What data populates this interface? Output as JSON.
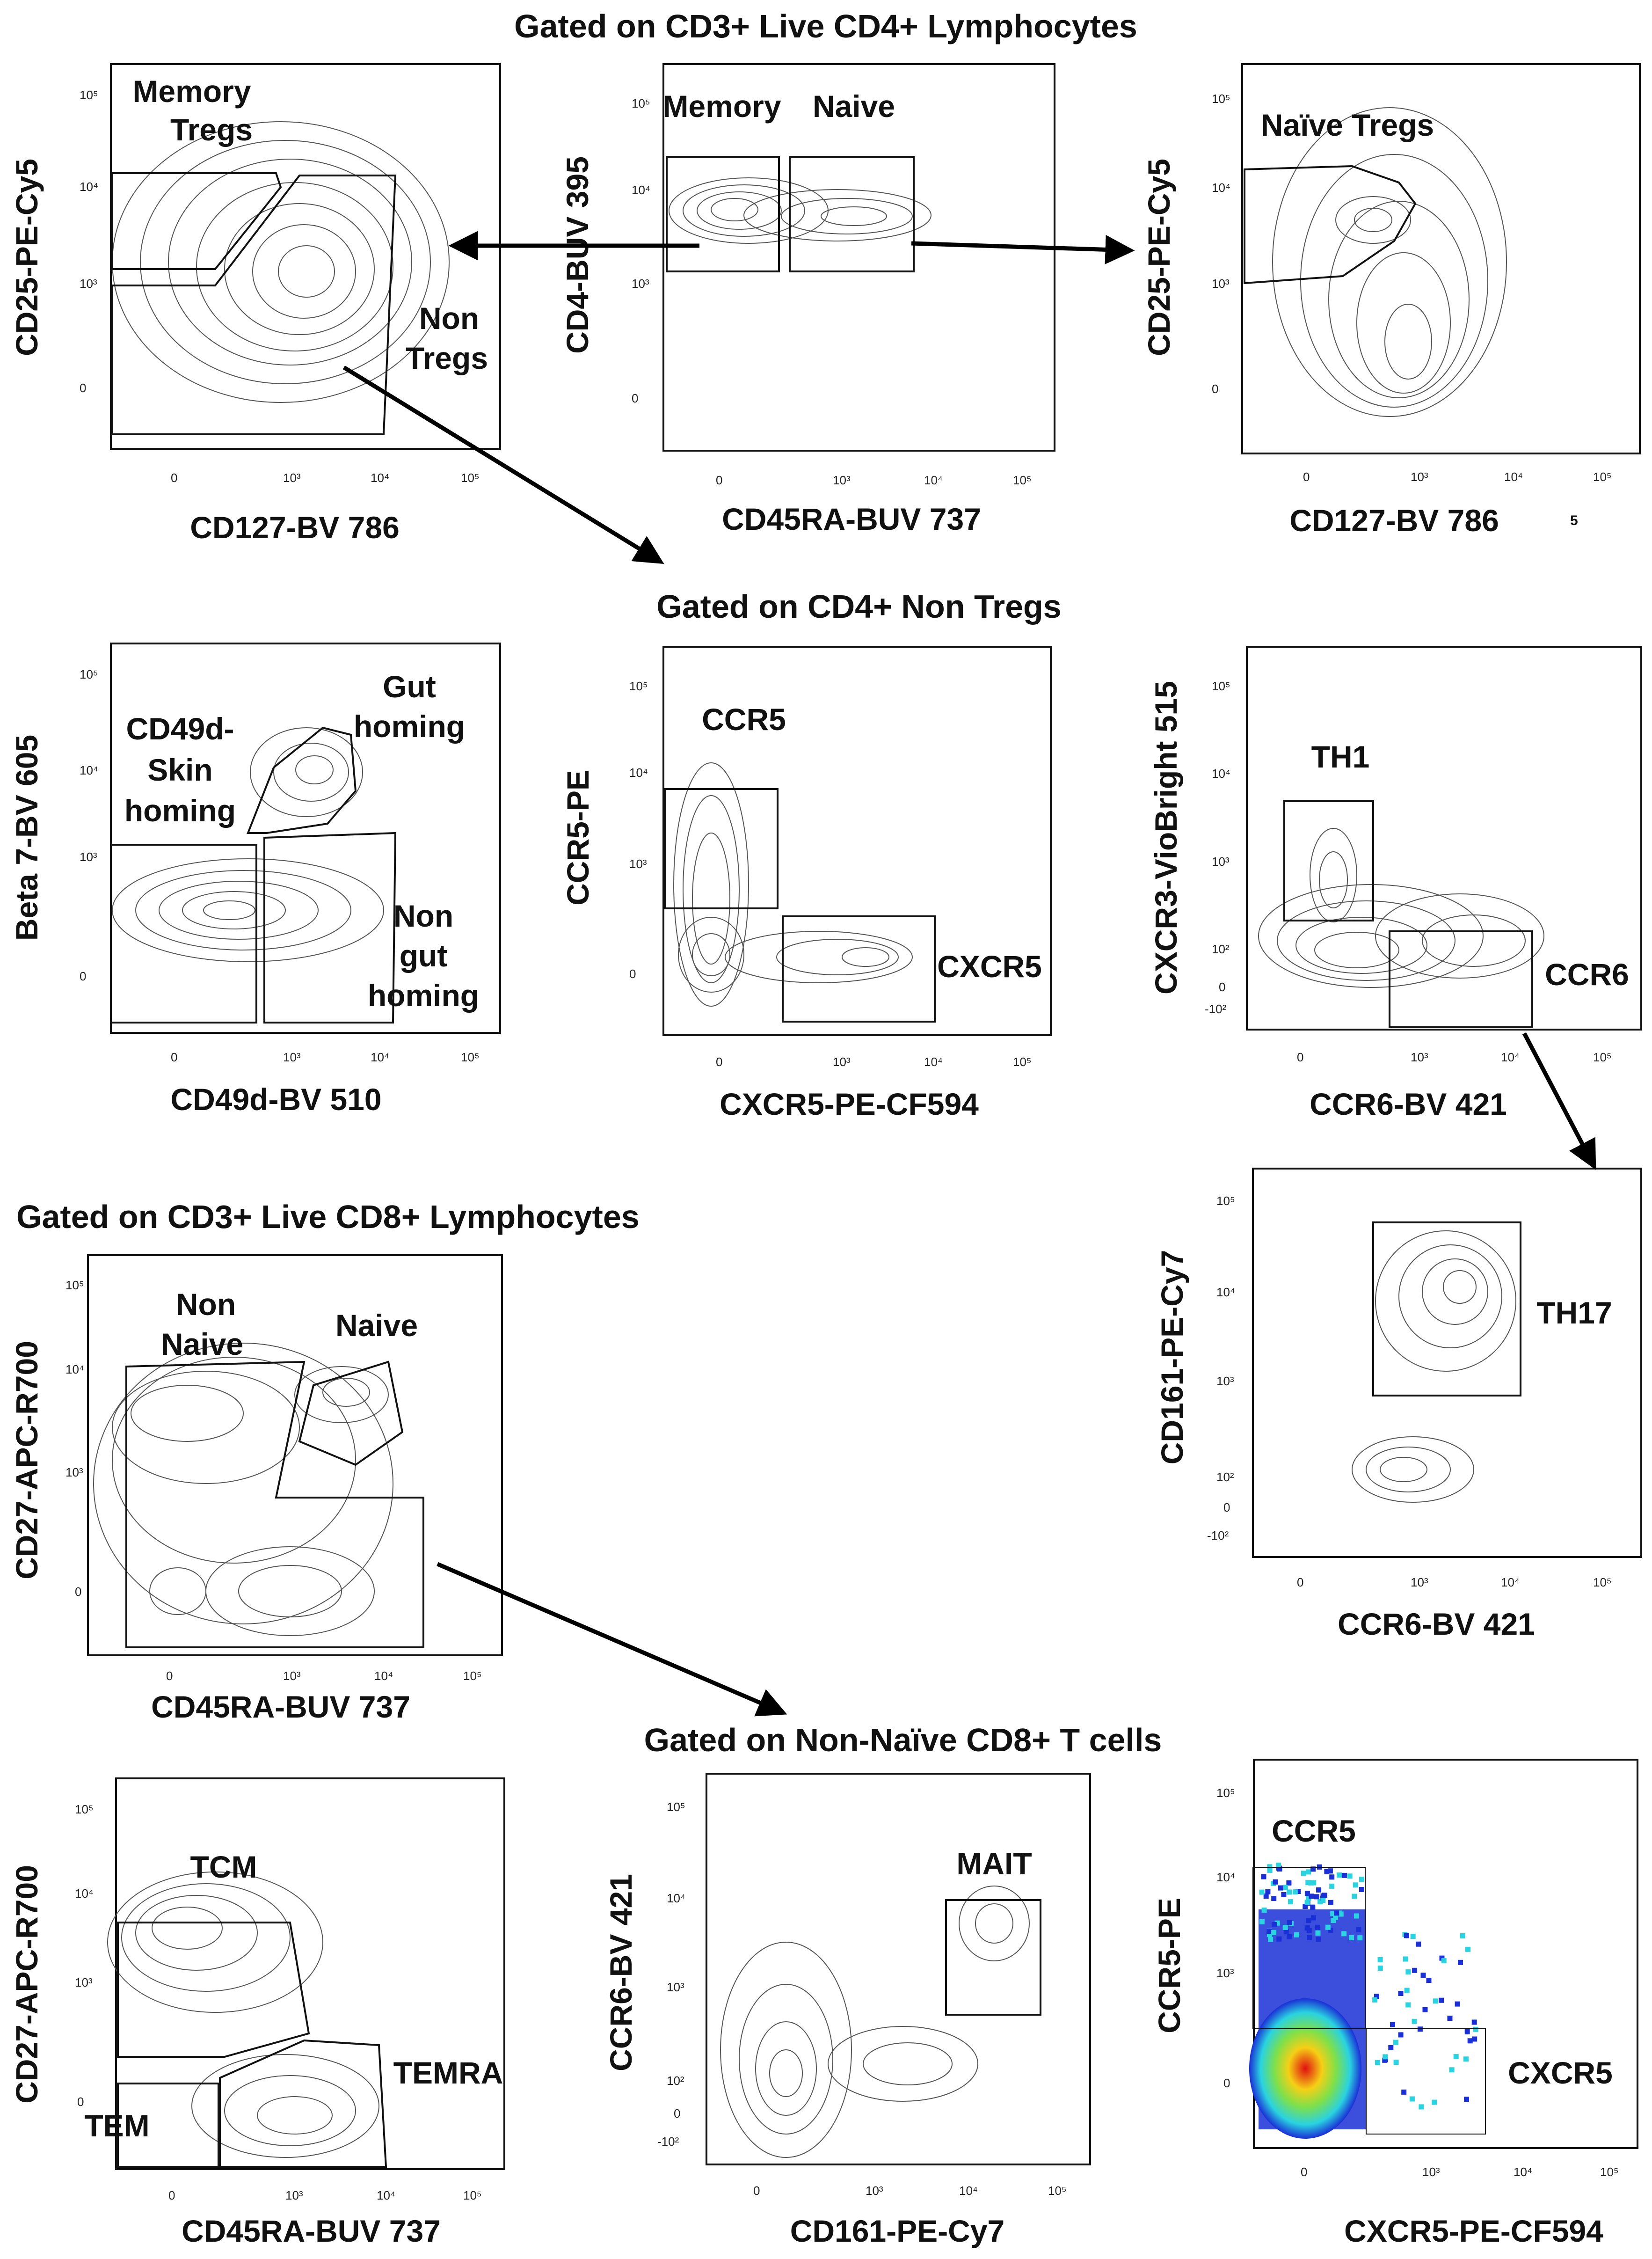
{
  "headers": {
    "cd4": "Gated on CD3+ Live CD4+ Lymphocytes",
    "nontregs": "Gated on CD4+ Non Tregs",
    "cd8": "Gated on CD3+ Live CD8+ Lymphocytes",
    "nonnaive": "Gated on Non-Naïve CD8+ T cells"
  },
  "ticks": {
    "t0": "0",
    "t2": "10²",
    "t3": "10³",
    "t4": "10⁴",
    "t5": "10⁵",
    "tm2": "-10²"
  },
  "panels": {
    "p1": {
      "xlabel": "CD127-BV 786",
      "ylabel": "CD25-PE-Cy5",
      "gates": [
        "Memory",
        "Tregs",
        "Non",
        "Tregs"
      ]
    },
    "p2": {
      "xlabel": "CD45RA-BUV 737",
      "ylabel": "CD4-BUV 395",
      "gates": [
        "Memory",
        "Naive"
      ]
    },
    "p3": {
      "xlabel": "CD127-BV 786",
      "ylabel": "CD25-PE-Cy5",
      "gates": [
        "Naïve Tregs"
      ],
      "stray": "5"
    },
    "p4": {
      "xlabel": "CD49d-BV 510",
      "ylabel": "Beta 7-BV 605",
      "gates": [
        "CD49d-",
        "Skin",
        "homing",
        "Gut",
        "homing",
        "Non",
        "gut",
        "homing"
      ]
    },
    "p5": {
      "xlabel": "CXCR5-PE-CF594",
      "ylabel": "CCR5-PE",
      "gates": [
        "CCR5",
        "CXCR5"
      ]
    },
    "p6": {
      "xlabel": "CCR6-BV 421",
      "ylabel": "CXCR3-VioBright 515",
      "gates": [
        "TH1",
        "CCR6"
      ]
    },
    "p7": {
      "xlabel": "CCR6-BV 421",
      "ylabel": "CD161-PE-Cy7",
      "gates": [
        "TH17"
      ]
    },
    "p8": {
      "xlabel": "CD45RA-BUV 737",
      "ylabel": "CD27-APC-R700",
      "gates": [
        "Non",
        "Naive",
        "Naive"
      ]
    },
    "p9": {
      "xlabel": "CD45RA-BUV 737",
      "ylabel": "CD27-APC-R700",
      "gates": [
        "TCM",
        "TEMRA",
        "TEM"
      ]
    },
    "p10": {
      "xlabel": "CD161-PE-Cy7",
      "ylabel": "CCR6-BV 421",
      "gates": [
        "MAIT"
      ]
    },
    "p11": {
      "xlabel": "CXCR5-PE-CF594",
      "ylabel": "CCR5-PE",
      "gates": [
        "CCR5",
        "CXCR5"
      ]
    }
  },
  "colors": {
    "ink": "#111111",
    "contour": "#555555",
    "density_low": "#1a2fd6",
    "density_mid": "#29d3e0",
    "density_high": "#e01010"
  }
}
